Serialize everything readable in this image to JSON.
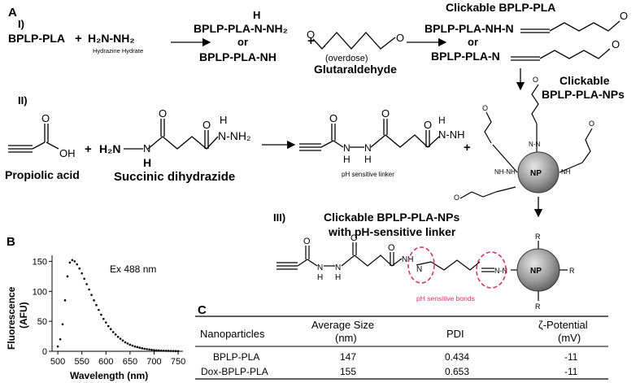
{
  "panel_labels": {
    "a": "A",
    "b": "B",
    "c": "C",
    "a1": "I)",
    "a2": "II)",
    "a3": "III)"
  },
  "step1": {
    "reactant": "BPLP-PLA",
    "plus1": "+",
    "hydrazine_formula": "H₂N-NH₂",
    "hydrazine_name": "Hydrazine Hydrate",
    "product_line1": "BPLP-PLA-N-NH₂",
    "product_h": "H",
    "product_or": "or",
    "product_line2": "BPLP-PLA-NH",
    "plus2": "+",
    "overdose": "(overdose)",
    "glutaraldehyde": "Glutaraldehyde",
    "clickable_title": "Clickable BPLP-PLA",
    "clickable_line1": "BPLP-PLA-NH-N",
    "clickable_or": "or",
    "clickable_line2": "BPLP-PLA-N",
    "o_label": "O"
  },
  "step2": {
    "propiolic_acid": "Propiolic acid",
    "acid_o": "O",
    "acid_oh": "OH",
    "plus": "+",
    "h2n": "H₂N",
    "h_label": "H",
    "o_label": "O",
    "nh_nh2": "N-NH₂",
    "nh_h": "H",
    "succinic": "Succinic dihydrazide",
    "linker_label": "pH sensitive linker",
    "linker_nh": "N-NH",
    "linker_h": "H",
    "plus2": "+",
    "clickable_nps_line1": "Clickable",
    "clickable_nps_line2": "BPLP-PLA-NPs",
    "np_label": "NP",
    "nn": "N-N",
    "nh_nh": "NH-NH",
    "nh": "NH"
  },
  "step3": {
    "title_line1": "Clickable BPLP-PLA-NPs",
    "title_line2": "with pH-sensitive linker",
    "bonds_label": "pH sensitive bonds",
    "np_label": "NP",
    "r_label": "R",
    "n_label": "N",
    "nn_label": "N-N",
    "o_label": "O",
    "nh": "H"
  },
  "colors": {
    "accent": "#d6336c",
    "np_fill": "#8a8a8a",
    "line": "#000000"
  },
  "chart_data": {
    "type": "scatter",
    "title": "",
    "annotation": "Ex 488 nm",
    "xlabel": "Wavelength (nm)",
    "ylabel_line1": "Fluorescence",
    "ylabel_line2": "(AFU)",
    "xlim": [
      488,
      760
    ],
    "ylim": [
      0,
      160
    ],
    "xticks": [
      500,
      550,
      600,
      650,
      700,
      750
    ],
    "yticks": [
      0,
      50,
      100,
      150
    ],
    "x": [
      500,
      505,
      510,
      515,
      520,
      525,
      530,
      535,
      540,
      545,
      550,
      555,
      560,
      565,
      570,
      575,
      580,
      585,
      590,
      595,
      600,
      605,
      610,
      615,
      620,
      625,
      630,
      635,
      640,
      645,
      650,
      655,
      660,
      665,
      670,
      675,
      680,
      685,
      690,
      695,
      700,
      705,
      710,
      715,
      720,
      725,
      730,
      735,
      740,
      745,
      750
    ],
    "y": [
      8,
      20,
      45,
      85,
      125,
      148,
      152,
      150,
      145,
      138,
      130,
      121,
      112,
      103,
      94,
      85,
      77,
      69,
      61,
      54,
      48,
      42,
      37,
      32,
      28,
      24,
      21,
      18,
      15,
      13,
      11,
      9.5,
      8,
      7,
      6,
      5,
      4.2,
      3.5,
      3,
      2.5,
      2,
      1.7,
      1.4,
      1.2,
      1,
      0.8,
      0.7,
      0.6,
      0.5,
      0.4,
      0.3
    ]
  },
  "table": {
    "headers": [
      [
        "Nanoparticles"
      ],
      [
        "Average Size",
        "(nm)"
      ],
      [
        "PDI"
      ],
      [
        "ζ-Potential",
        "(mV)"
      ]
    ],
    "rows": [
      [
        "BPLP-PLA",
        "147",
        "0.434",
        "-11"
      ],
      [
        "Dox-BPLP-PLA",
        "155",
        "0.653",
        "-11"
      ]
    ]
  }
}
